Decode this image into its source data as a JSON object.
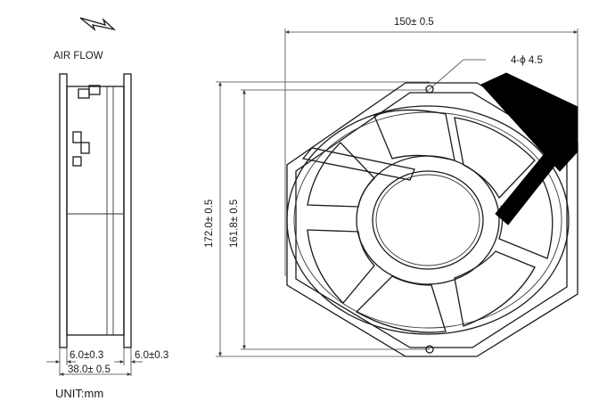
{
  "labels": {
    "airflow": "AIR FLOW",
    "unit": "UNIT:mm",
    "width": "150± 0.5",
    "holes": "4-ϕ 4.5",
    "height_outer": "172.0± 0.5",
    "height_inner": "161.8± 0.5",
    "flange_left": "6.0±0.3",
    "flange_right": "6.0±0.3",
    "depth": "38.0± 0.5"
  }
}
